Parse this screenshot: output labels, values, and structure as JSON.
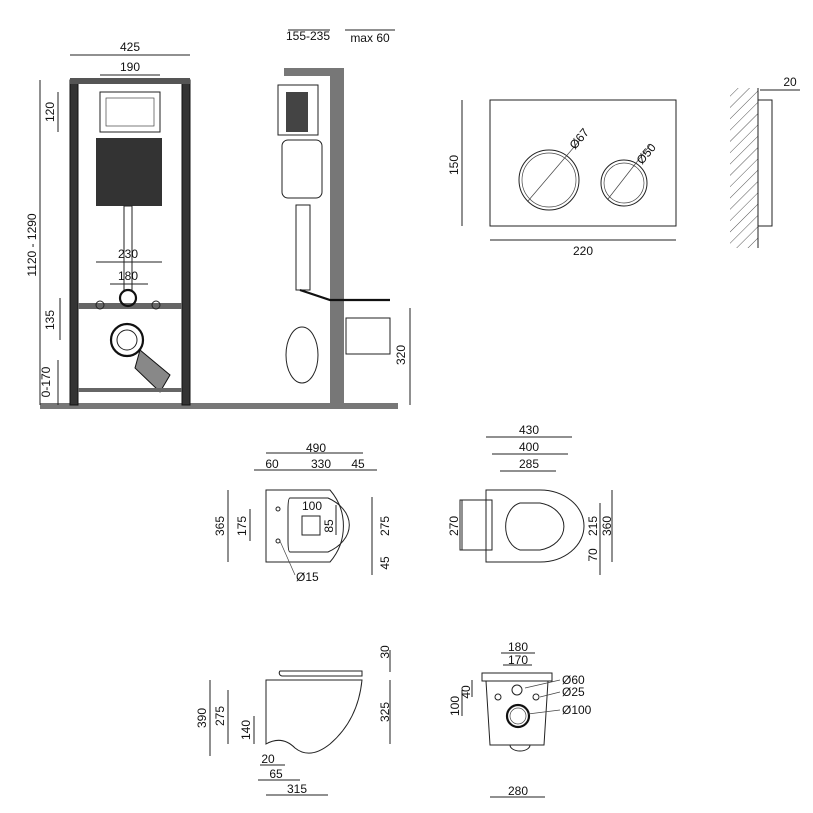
{
  "installation_front": {
    "width": "425",
    "panel_width": "190",
    "panel_height": "120",
    "height_range": "1120 - 1290",
    "drain_spacing": "230",
    "inner_spacing": "180",
    "drain_height": "135",
    "leg_adjust": "0-170"
  },
  "installation_side": {
    "depth_range": "155-235",
    "wall_max": "max 60",
    "outlet_height": "320"
  },
  "flush_plate": {
    "large_button": "Ø67",
    "small_button": "Ø50",
    "height": "150",
    "width": "220",
    "thickness": "20"
  },
  "toilet_top": {
    "length": "490",
    "rear": "60",
    "middle": "330",
    "front": "45",
    "width": "365",
    "bolt_spacing": "175",
    "outlet_w": "100",
    "outlet_h": "85",
    "bowl": "275",
    "rim": "45",
    "bolt_hole": "Ø15"
  },
  "seat_top": {
    "seat_length": "430",
    "seat_inner": "400",
    "opening": "285",
    "width": "270",
    "opening_depth": "215",
    "total": "360",
    "rear": "70"
  },
  "toilet_side": {
    "rim_height": "30",
    "total_height": "390",
    "bolt_height": "275",
    "outlet_height": "140",
    "bowl_height": "325",
    "offset1": "20",
    "offset2": "65",
    "length": "315"
  },
  "toilet_rear": {
    "outer": "180",
    "inner": "170",
    "d60": "Ø60",
    "d25": "Ø25",
    "d100": "Ø100",
    "h40": "40",
    "h100": "100",
    "width": "280"
  }
}
